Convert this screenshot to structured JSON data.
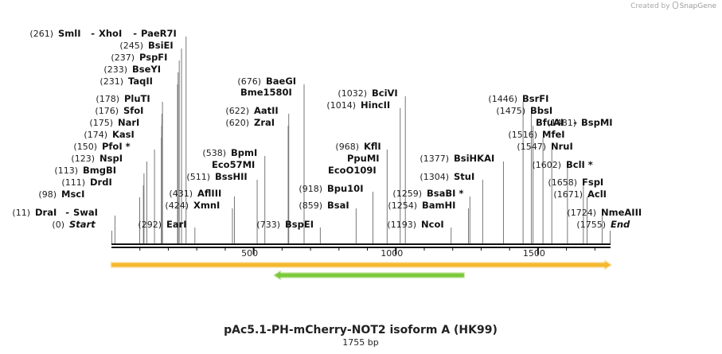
{
  "credit": {
    "prefix": "Created by",
    "brand": "SnapGene"
  },
  "title": "pAc5.1-PH-mCherry-NOT2 isoform A (HK99)",
  "length_label": "1755 bp",
  "seq_length": 1755,
  "scale_ticks": [
    {
      "value": 500,
      "label": "500"
    },
    {
      "value": 1000,
      "label": "1000"
    },
    {
      "value": 1500,
      "label": "1500"
    }
  ],
  "features": [
    {
      "name": "",
      "start": 0,
      "end": 1755,
      "color": "#f5b82e",
      "direction": "forward"
    },
    {
      "name": "",
      "start": 574,
      "end": 1239,
      "color": "#7bc93a",
      "direction": "reverse"
    }
  ],
  "sites": [
    {
      "pos": 0,
      "label": "Start",
      "pos_text": "(0)",
      "italic": true,
      "side": "left"
    },
    {
      "pos": 11,
      "label": "DraI",
      "pos_text": "(11)",
      "side": "left"
    },
    {
      "pos": 11,
      "label": "SwaI",
      "pos_text": "",
      "side": "left",
      "dash": true
    },
    {
      "pos": 98,
      "label": "MscI",
      "pos_text": "(98)",
      "side": "left"
    },
    {
      "pos": 111,
      "label": "DrdI",
      "pos_text": "(111)",
      "side": "left"
    },
    {
      "pos": 113,
      "label": "BmgBI",
      "pos_text": "(113)",
      "side": "left"
    },
    {
      "pos": 123,
      "label": "NspI",
      "pos_text": "(123)",
      "side": "left"
    },
    {
      "pos": 150,
      "label": "PfoI *",
      "pos_text": "(150)",
      "side": "left"
    },
    {
      "pos": 174,
      "label": "KasI",
      "pos_text": "(174)",
      "side": "left"
    },
    {
      "pos": 175,
      "label": "NarI",
      "pos_text": "(175)",
      "side": "left"
    },
    {
      "pos": 176,
      "label": "SfoI",
      "pos_text": "(176)",
      "side": "left"
    },
    {
      "pos": 178,
      "label": "PluTI",
      "pos_text": "(178)",
      "side": "left"
    },
    {
      "pos": 231,
      "label": "TaqII",
      "pos_text": "(231)",
      "side": "left"
    },
    {
      "pos": 233,
      "label": "BseYI",
      "pos_text": "(233)",
      "side": "left"
    },
    {
      "pos": 237,
      "label": "PspFI",
      "pos_text": "(237)",
      "side": "left"
    },
    {
      "pos": 245,
      "label": "BsiEI",
      "pos_text": "(245)",
      "side": "left"
    },
    {
      "pos": 261,
      "label": "SmlI",
      "pos_text": "(261)",
      "side": "left"
    },
    {
      "pos": 261,
      "label": "XhoI",
      "pos_text": "",
      "side": "left",
      "dash": true
    },
    {
      "pos": 261,
      "label": "PaeR7I",
      "pos_text": "",
      "side": "left",
      "dash": true
    },
    {
      "pos": 292,
      "label": "EarI",
      "pos_text": "(292)",
      "side": "right"
    },
    {
      "pos": 424,
      "label": "XmnI",
      "pos_text": "(424)",
      "side": "right"
    },
    {
      "pos": 431,
      "label": "AflIII",
      "pos_text": "(431)",
      "side": "right"
    },
    {
      "pos": 511,
      "label": "BssHII",
      "pos_text": "(511)",
      "side": "right"
    },
    {
      "pos": 538,
      "label": "Eco57MI",
      "pos_text": "",
      "side": "right"
    },
    {
      "pos": 538,
      "label": "BpmI",
      "pos_text": "(538)",
      "side": "right"
    },
    {
      "pos": 620,
      "label": "ZraI",
      "pos_text": "(620)",
      "side": "right"
    },
    {
      "pos": 622,
      "label": "AatII",
      "pos_text": "(622)",
      "side": "right"
    },
    {
      "pos": 676,
      "label": "Bme1580I",
      "pos_text": "",
      "side": "right"
    },
    {
      "pos": 676,
      "label": "BaeGI",
      "pos_text": "(676)",
      "side": "right"
    },
    {
      "pos": 733,
      "label": "BspEI",
      "pos_text": "(733)",
      "side": "right"
    },
    {
      "pos": 859,
      "label": "BsaI",
      "pos_text": "(859)",
      "side": "right"
    },
    {
      "pos": 918,
      "label": "Bpu10I",
      "pos_text": "(918)",
      "side": "right"
    },
    {
      "pos": 968,
      "label": "EcoO109I",
      "pos_text": "",
      "side": "right"
    },
    {
      "pos": 968,
      "label": "PpuMI",
      "pos_text": "",
      "side": "right"
    },
    {
      "pos": 968,
      "label": "KflI",
      "pos_text": "(968)",
      "side": "right"
    },
    {
      "pos": 1014,
      "label": "HincII",
      "pos_text": "(1014)",
      "side": "right"
    },
    {
      "pos": 1032,
      "label": "BciVI",
      "pos_text": "(1032)",
      "side": "right"
    },
    {
      "pos": 1193,
      "label": "NcoI",
      "pos_text": "(1193)",
      "side": "right"
    },
    {
      "pos": 1254,
      "label": "BamHI",
      "pos_text": "(1254)",
      "side": "right"
    },
    {
      "pos": 1259,
      "label": "BsaBI *",
      "pos_text": "(1259)",
      "side": "right"
    },
    {
      "pos": 1304,
      "label": "StuI",
      "pos_text": "(1304)",
      "side": "right"
    },
    {
      "pos": 1377,
      "label": "BsiHKAI",
      "pos_text": "(1377)",
      "side": "right"
    },
    {
      "pos": 1446,
      "label": "BsrFI",
      "pos_text": "(1446)",
      "side": "left"
    },
    {
      "pos": 1475,
      "label": "BbsI",
      "pos_text": "(1475)",
      "side": "left"
    },
    {
      "pos": 1481,
      "label": "BfuAI",
      "pos_text": "",
      "side": "left"
    },
    {
      "pos": 1481,
      "label": "BspMI",
      "pos_text": "(1481)",
      "side": "left",
      "dash": true
    },
    {
      "pos": 1516,
      "label": "MfeI",
      "pos_text": "(1516)",
      "side": "left"
    },
    {
      "pos": 1547,
      "label": "NruI",
      "pos_text": "(1547)",
      "side": "left"
    },
    {
      "pos": 1602,
      "label": "BclI *",
      "pos_text": "(1602)",
      "side": "left"
    },
    {
      "pos": 1658,
      "label": "FspI",
      "pos_text": "(1658)",
      "side": "left"
    },
    {
      "pos": 1671,
      "label": "AclI",
      "pos_text": "(1671)",
      "side": "left"
    },
    {
      "pos": 1724,
      "label": "NmeAIII",
      "pos_text": "(1724)",
      "side": "left"
    },
    {
      "pos": 1755,
      "label": "End",
      "pos_text": "(1755)",
      "italic": true,
      "side": "left"
    }
  ]
}
